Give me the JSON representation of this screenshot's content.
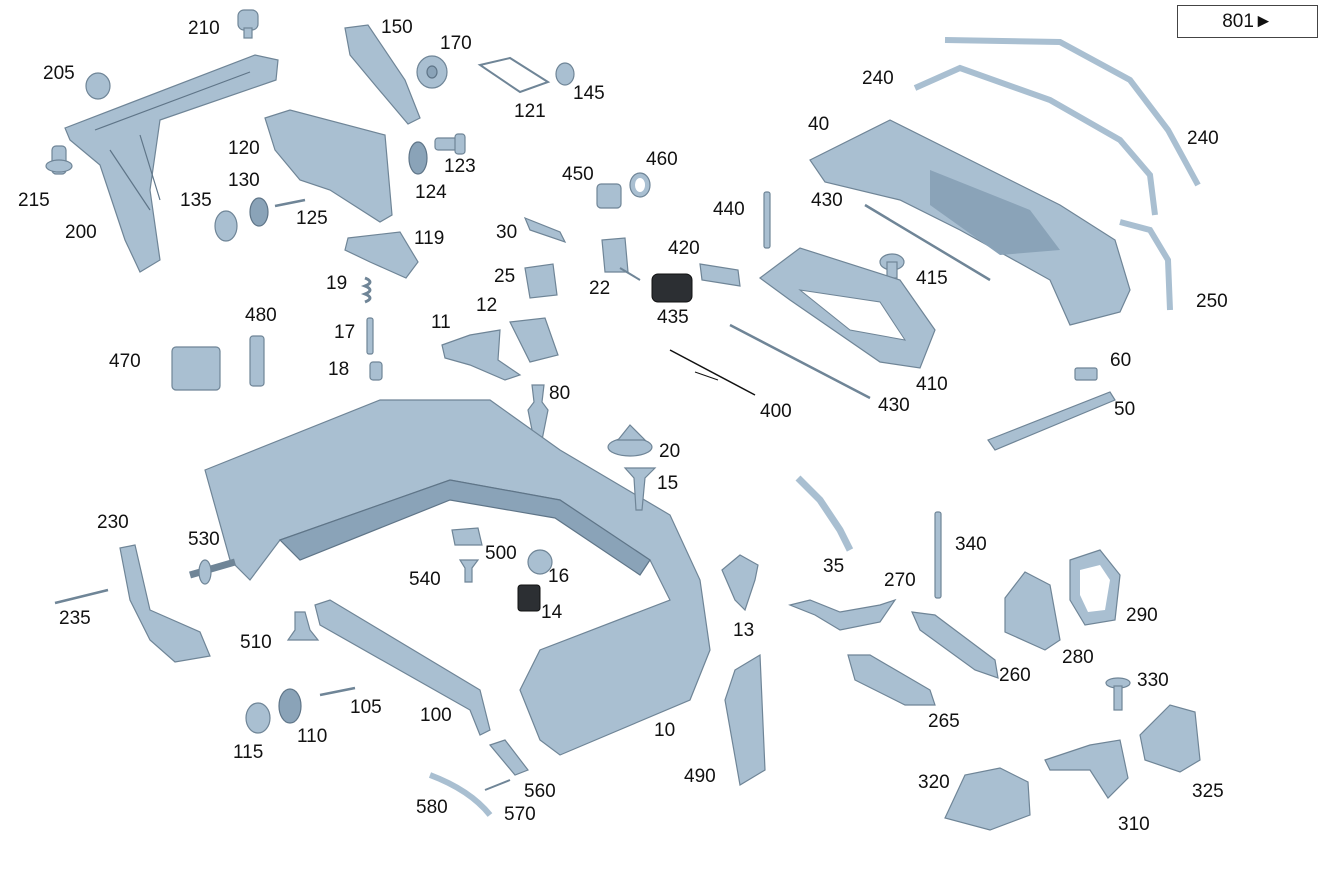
{
  "reference_link": {
    "text": "801",
    "arrow": "►"
  },
  "labels": {
    "l210": "210",
    "l150": "150",
    "l170": "170",
    "l205": "205",
    "l121": "121",
    "l145": "145",
    "l120": "120",
    "l123": "123",
    "l215": "215",
    "l130": "130",
    "l124": "124",
    "l135": "135",
    "l125": "125",
    "l200": "200",
    "l119": "119",
    "l19": "19",
    "l17": "17",
    "l18": "18",
    "l11": "11",
    "l12": "12",
    "l470": "470",
    "l480": "480",
    "l80": "80",
    "l450": "450",
    "l460": "460",
    "l30": "30",
    "l25": "25",
    "l22": "22",
    "l420": "420",
    "l435": "435",
    "l440": "440",
    "l430a": "430",
    "l430b": "430",
    "l415": "415",
    "l410": "410",
    "l400": "400",
    "l240a": "240",
    "l240b": "240",
    "l40": "40",
    "l250": "250",
    "l60": "60",
    "l50": "50",
    "l20": "20",
    "l15": "15",
    "l230": "230",
    "l530": "530",
    "l500": "500",
    "l540": "540",
    "l16": "16",
    "l14": "14",
    "l235": "235",
    "l510": "510",
    "l105": "105",
    "l100": "100",
    "l115": "115",
    "l110": "110",
    "l10": "10",
    "l13": "13",
    "l490": "490",
    "l560": "560",
    "l570": "570",
    "l580": "580",
    "l35": "35",
    "l340": "340",
    "l270": "270",
    "l290": "290",
    "l280": "280",
    "l260": "260",
    "l265": "265",
    "l330": "330",
    "l320": "320",
    "l325": "325",
    "l310": "310"
  },
  "colors": {
    "part_fill": "#a9bfd1",
    "part_stroke": "#6f8597",
    "text": "#111111"
  }
}
